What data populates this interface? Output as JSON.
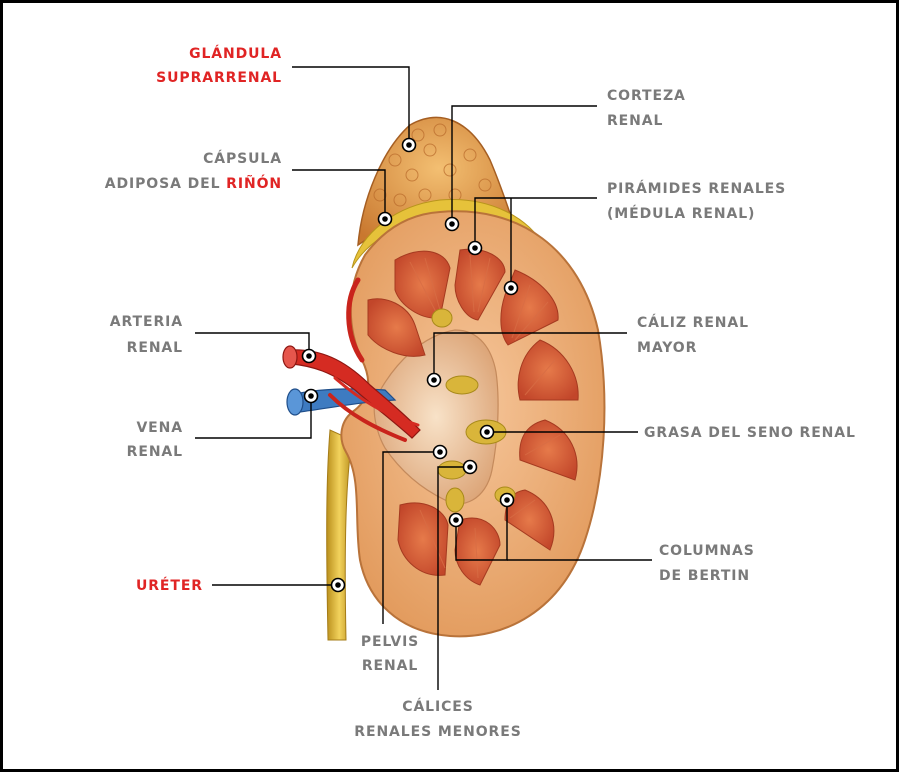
{
  "colors": {
    "label": "#7a7a7a",
    "highlight": "#e02424",
    "leader": "#000000"
  },
  "labels": {
    "glandula": [
      "GLÁNDULA",
      "SUPRARRENAL"
    ],
    "capsula_line1": "CÁPSULA",
    "capsula_line2_a": "ADIPOSA DEL ",
    "capsula_line2_b": "RIÑÓN",
    "arteria": [
      "ARTERIA",
      "RENAL"
    ],
    "vena": [
      "VENA",
      "RENAL"
    ],
    "ureter": "URÉTER",
    "corteza": [
      "CORTEZA",
      "RENAL"
    ],
    "piramides": [
      "PIRÁMIDES RENALES",
      "(MÉDULA RENAL)"
    ],
    "caliz_mayor": [
      "CÁLIZ RENAL",
      "MAYOR"
    ],
    "grasa": "GRASA DEL SENO RENAL",
    "columnas": [
      "COLUMNAS",
      "DE BERTIN"
    ],
    "pelvis": [
      "PELVIS",
      "RENAL"
    ],
    "calices_menores": [
      "CÁLICES",
      "RENALES MENORES"
    ]
  }
}
